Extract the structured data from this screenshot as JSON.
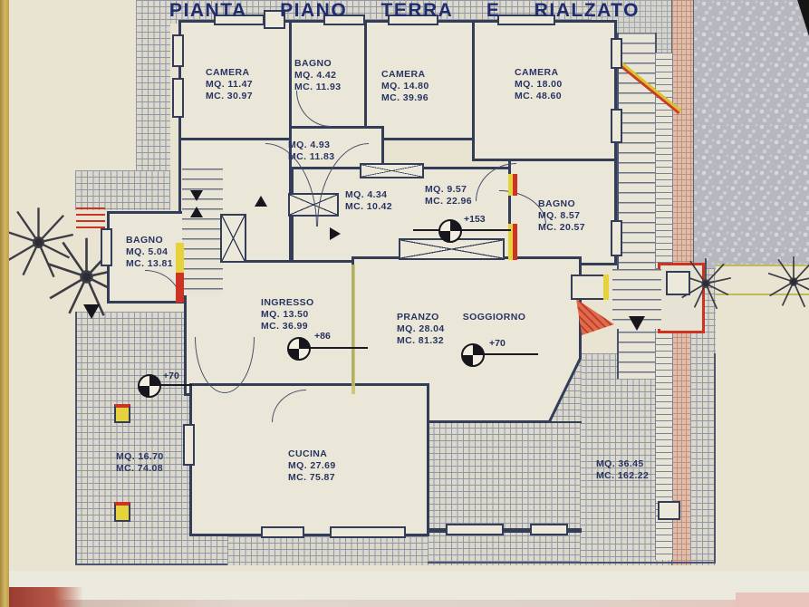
{
  "title": "PIANTA PIANO TERRA E RIALZATO",
  "rooms": {
    "camera_1": {
      "name": "CAMERA",
      "mq": "MQ. 11.47",
      "mc": "MC. 30.97"
    },
    "bagno_1": {
      "name": "BAGNO",
      "mq": "MQ. 4.42",
      "mc": "MC. 11.93"
    },
    "camera_2": {
      "name": "CAMERA",
      "mq": "MQ. 14.80",
      "mc": "MC. 39.96"
    },
    "camera_3": {
      "name": "CAMERA",
      "mq": "MQ. 18.00",
      "mc": "MC. 48.60"
    },
    "disimpegno_1": {
      "mq": "MQ. 4.93",
      "mc": "MC. 11.83"
    },
    "disimpegno_2": {
      "mq": "MQ. 4.34",
      "mc": "MC. 10.42"
    },
    "disimpegno_3": {
      "mq": "MQ. 9.57",
      "mc": "MC. 22.96"
    },
    "bagno_2": {
      "name": "BAGNO",
      "mq": "MQ. 8.57",
      "mc": "MC. 20.57"
    },
    "bagno_3": {
      "name": "BAGNO",
      "mq": "MQ. 5.04",
      "mc": "MC. 13.81"
    },
    "ingresso": {
      "name": "INGRESSO",
      "mq": "MQ. 13.50",
      "mc": "MC. 36.99"
    },
    "pranzo_soggiorno": {
      "name_left": "PRANZO",
      "name_right": "SOGGIORNO",
      "mq": "MQ. 28.04",
      "mc": "MC. 81.32"
    },
    "cucina": {
      "name": "CUCINA",
      "mq": "MQ. 27.69",
      "mc": "MC. 75.87"
    },
    "terrazzo_sinistro": {
      "mq": "MQ. 16.70",
      "mc": "MC. 74.08"
    },
    "terrazzo_destro": {
      "mq": "MQ. 36.45",
      "mc": "MC. 162.22"
    }
  },
  "level_markers": {
    "disimpegno": "+153",
    "ingresso": "+86",
    "soggiorno": "+70",
    "terrazzo": "+70"
  },
  "colors": {
    "wall": "#333d58",
    "accent_red": "#cc3322",
    "accent_yellow": "#e5d23c",
    "title_ink": "#1f2d6e"
  }
}
